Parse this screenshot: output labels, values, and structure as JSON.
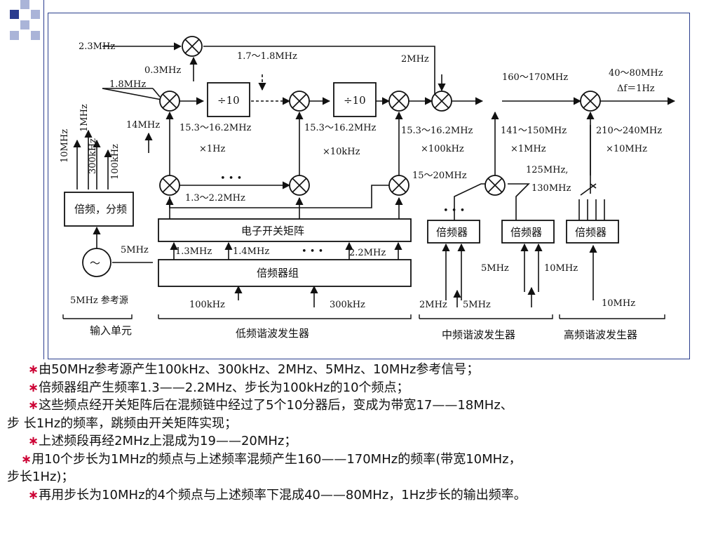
{
  "colors": {
    "accent_dark": "#2b3c8f",
    "accent_light": "#aab4d8",
    "bullet": "#cc0033"
  },
  "diagram": {
    "labels": {
      "f_2_3": "2.3MHz",
      "f_0_3": "0.3MHz",
      "f_1_8": "1.8MHz",
      "f_1_7_1_8": "1.7～1.8MHz",
      "f_2": "2MHz",
      "f_160_170": "160～170MHz",
      "f_40_80": "40～80MHz",
      "delta_f": "Δf＝1Hz",
      "div1": "÷10",
      "div2": "÷10",
      "f_14": "14MHz",
      "range1": "15.3～16.2MHz",
      "range2": "15.3～16.2MHz",
      "range3": "15.3～16.2MHz",
      "step1": "×1Hz",
      "step2": "×10kHz",
      "step3": "×100kHz",
      "f_141_150": "141～150MHz",
      "step_1mhz": "×1MHz",
      "f_210_240": "210～240MHz",
      "step_10mhz": "×10MHz",
      "dots_top": "• • •",
      "f_1_3_2_2": "1.3～2.2MHz",
      "f_15_20": "15～20MHz",
      "f_125": "125MHz,",
      "f_130": "130MHz",
      "v_10": "10MHz",
      "v_1": "1MHz",
      "v_300k": "300kHz",
      "v_100k": "100kHz",
      "mul_div": "倍频，分频",
      "switch_matrix": "电子开关矩阵",
      "mult_group": "倍频器组",
      "mult_a": "倍频器",
      "mult_b": "倍频器",
      "mult_c": "倍频器",
      "f_5_ref": "5MHz",
      "tap_1_3": "1.3MHz",
      "tap_1_4": "1.4MHz",
      "tap_dots": "• • •",
      "tap_2_2": "2.2MHz",
      "ref_src": "5MHz 参考源",
      "in_100k": "100kHz",
      "in_300k": "300kHz",
      "mid_5": "5MHz",
      "mid_10": "10MHz",
      "mid_2": "2MHz",
      "mid_5b": "5MHz",
      "high_10": "10MHz",
      "sec_input": "输入单元",
      "sec_low": "低频谐波发生器",
      "sec_mid": "中频谐波发生器",
      "sec_high": "高频谐波发生器",
      "osc": "～",
      "dots_a": "• • •",
      "dashes": "- - -"
    }
  },
  "notes": {
    "n1": "由50MHz参考源产生100kHz、300kHz、2MHz、5MHz、10MHz参考信号；",
    "n2": "倍频器组产生频率1.3——2.2MHz、步长为100kHz的10个频点；",
    "n3a": "这些频点经开关矩阵后在混频链中经过了5个10分器后，变成为带宽17——18MHz、",
    "n3b": "步    长1Hz的频率，跳频由开关矩阵实现；",
    "n4": "上述频段再经2MHz上混成为19——20MHz；",
    "n5a": "用10个步长为1MHz的频点与上述频率混频产生160——170MHz的频率(带宽10MHz，",
    "n5b": "步长1Hz)；",
    "n6": "再用步长为10MHz的4个频点与上述频率下混成40——80MHz，1Hz步长的输出频率。",
    "bullet": "∗"
  }
}
